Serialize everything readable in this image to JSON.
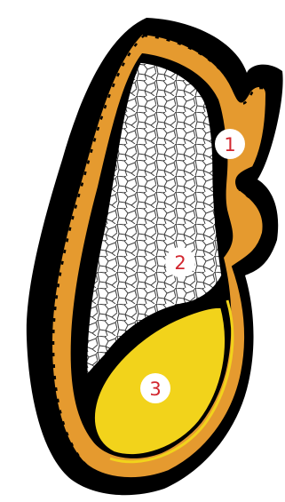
{
  "diagram": {
    "parts": [
      {
        "label": "1"
      },
      {
        "label": "2"
      },
      {
        "label": "3"
      }
    ]
  },
  "colors": {
    "outline": "#000000",
    "bark_cells": "#e59a2f",
    "pith": "#ffffff",
    "core": "#f2d31b"
  }
}
